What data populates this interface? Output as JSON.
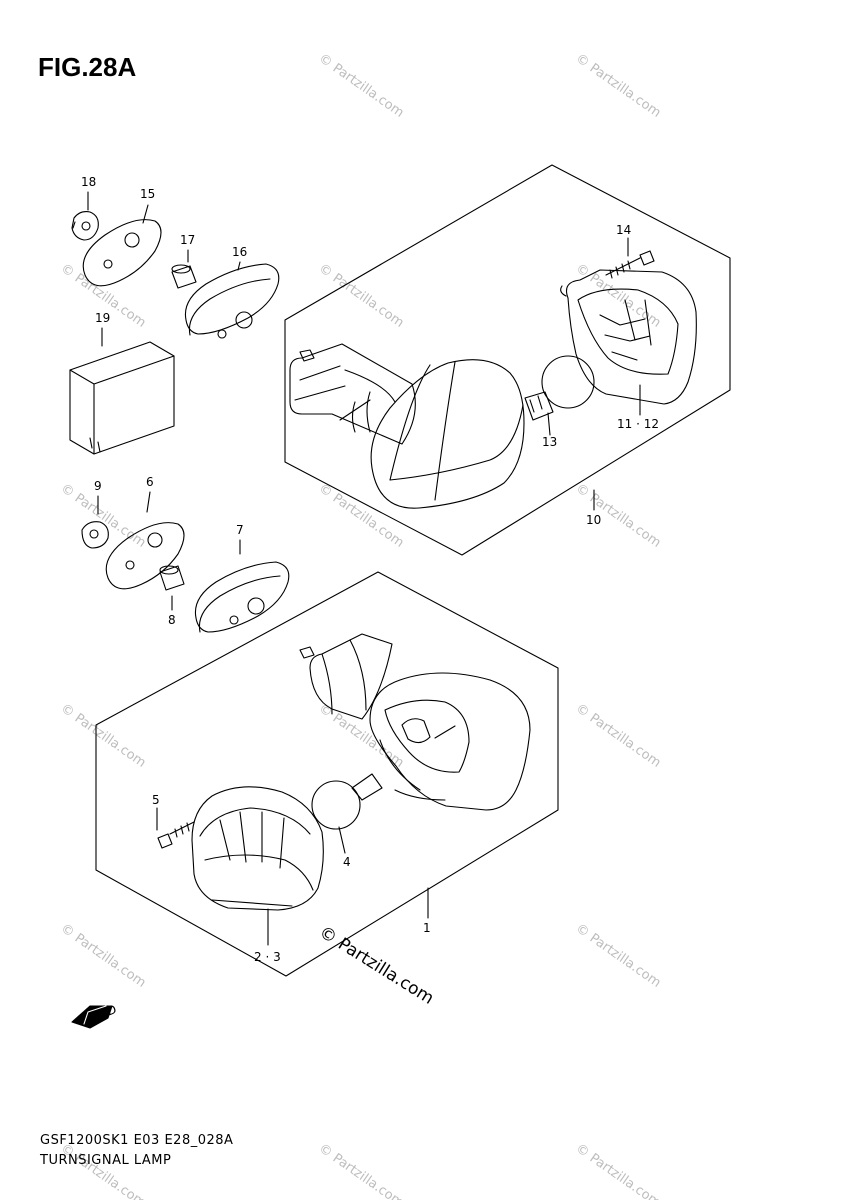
{
  "figure": {
    "title": "FIG.28A",
    "model_code": "GSF1200SK1 E03 E28_028A",
    "section_name": "TURNSIGNAL LAMP"
  },
  "callouts": [
    {
      "id": "18",
      "text": "18"
    },
    {
      "id": "15",
      "text": "15"
    },
    {
      "id": "17",
      "text": "17"
    },
    {
      "id": "16",
      "text": "16"
    },
    {
      "id": "19",
      "text": "19"
    },
    {
      "id": "14",
      "text": "14"
    },
    {
      "id": "11-12",
      "text": "11 · 12"
    },
    {
      "id": "13",
      "text": "13"
    },
    {
      "id": "10",
      "text": "10"
    },
    {
      "id": "9",
      "text": "9"
    },
    {
      "id": "6",
      "text": "6"
    },
    {
      "id": "7",
      "text": "7"
    },
    {
      "id": "8",
      "text": "8"
    },
    {
      "id": "5",
      "text": "5"
    },
    {
      "id": "4",
      "text": "4"
    },
    {
      "id": "1",
      "text": "1"
    },
    {
      "id": "2-3",
      "text": "2 · 3"
    }
  ],
  "fwd_badge": "FWD",
  "watermark": {
    "main": "© Partzilla.com",
    "tile": "© Partzilla.com"
  },
  "colors": {
    "ink": "#000000",
    "watermark": "#bdbdbd",
    "background": "#ffffff"
  }
}
